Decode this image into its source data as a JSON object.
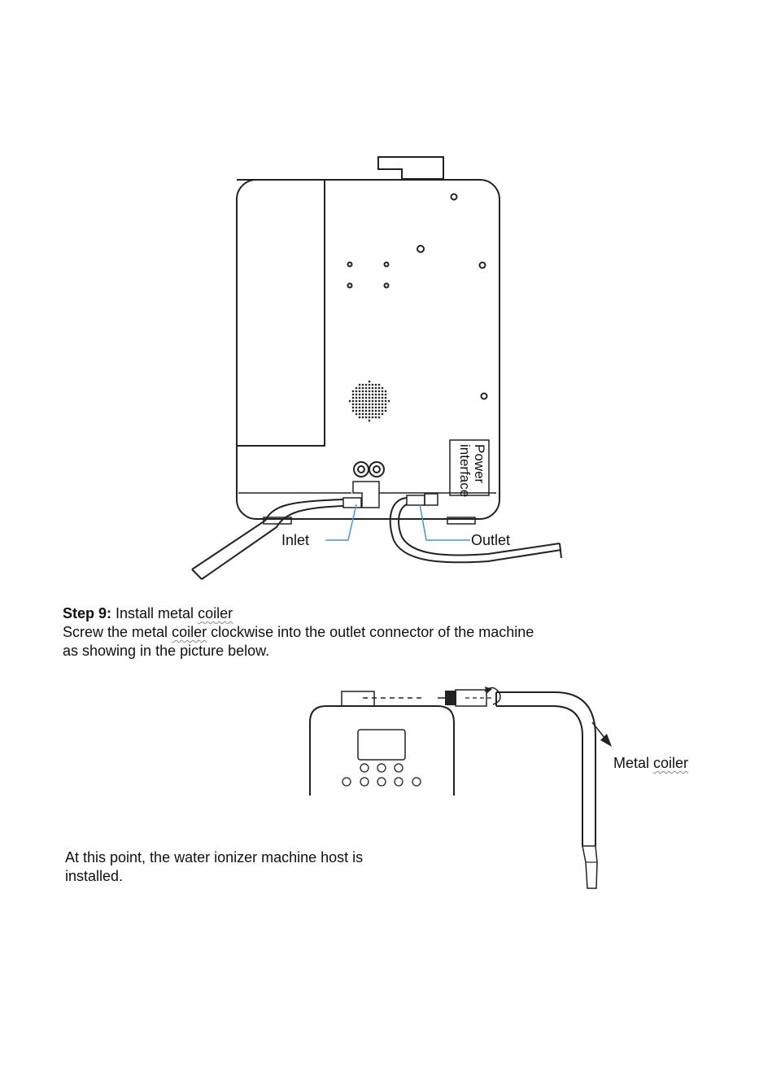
{
  "diagram_top": {
    "labels": {
      "inlet": "Inlet",
      "outlet": "Outlet",
      "power_line1": "Power",
      "power_line2": "interface"
    }
  },
  "step": {
    "title_bold": "Step 9:",
    "title_rest": " Install metal ",
    "title_word": "coiler",
    "body_line1_a": "Screw the metal ",
    "body_line1_word": "coiler",
    "body_line1_b": " clockwise into the outlet connector of the machine",
    "body_line2": "as showing in the picture below."
  },
  "diagram_bottom": {
    "label_prefix": "Metal ",
    "label_word": "coiler"
  },
  "conclusion": {
    "line1": "At this point, the water ionizer machine host is",
    "line2": "installed."
  }
}
